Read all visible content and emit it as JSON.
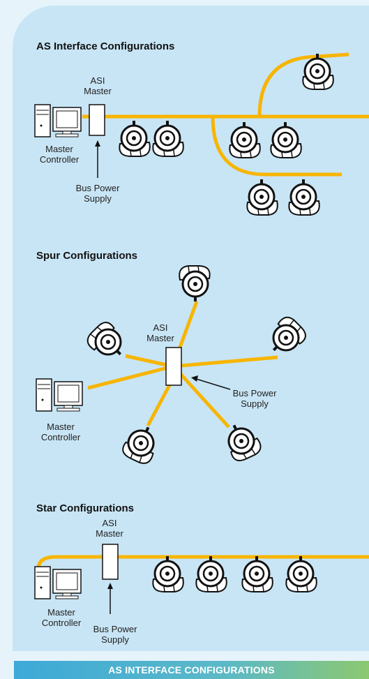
{
  "sections": {
    "as_interface": {
      "title": "AS Interface Configurations",
      "asi_master": "ASI\nMaster",
      "master_controller": "Master\nController",
      "bus_power_supply": "Bus Power\nSupply"
    },
    "spur": {
      "title": "Spur Configurations",
      "asi_master": "ASI\nMaster",
      "master_controller": "Master\nController",
      "bus_power_supply": "Bus Power\nSupply"
    },
    "star": {
      "title": "Star Configurations",
      "asi_master": "ASI\nMaster",
      "master_controller": "Master\nController",
      "bus_power_supply": "Bus Power\nSupply"
    }
  },
  "footer": {
    "caption": "AS INTERFACE CONFIGURATIONS"
  },
  "colors": {
    "cable": "#f7b500",
    "background": "#c8e5f5",
    "footer_start": "#3da9d8",
    "footer_end": "#8cc870"
  }
}
